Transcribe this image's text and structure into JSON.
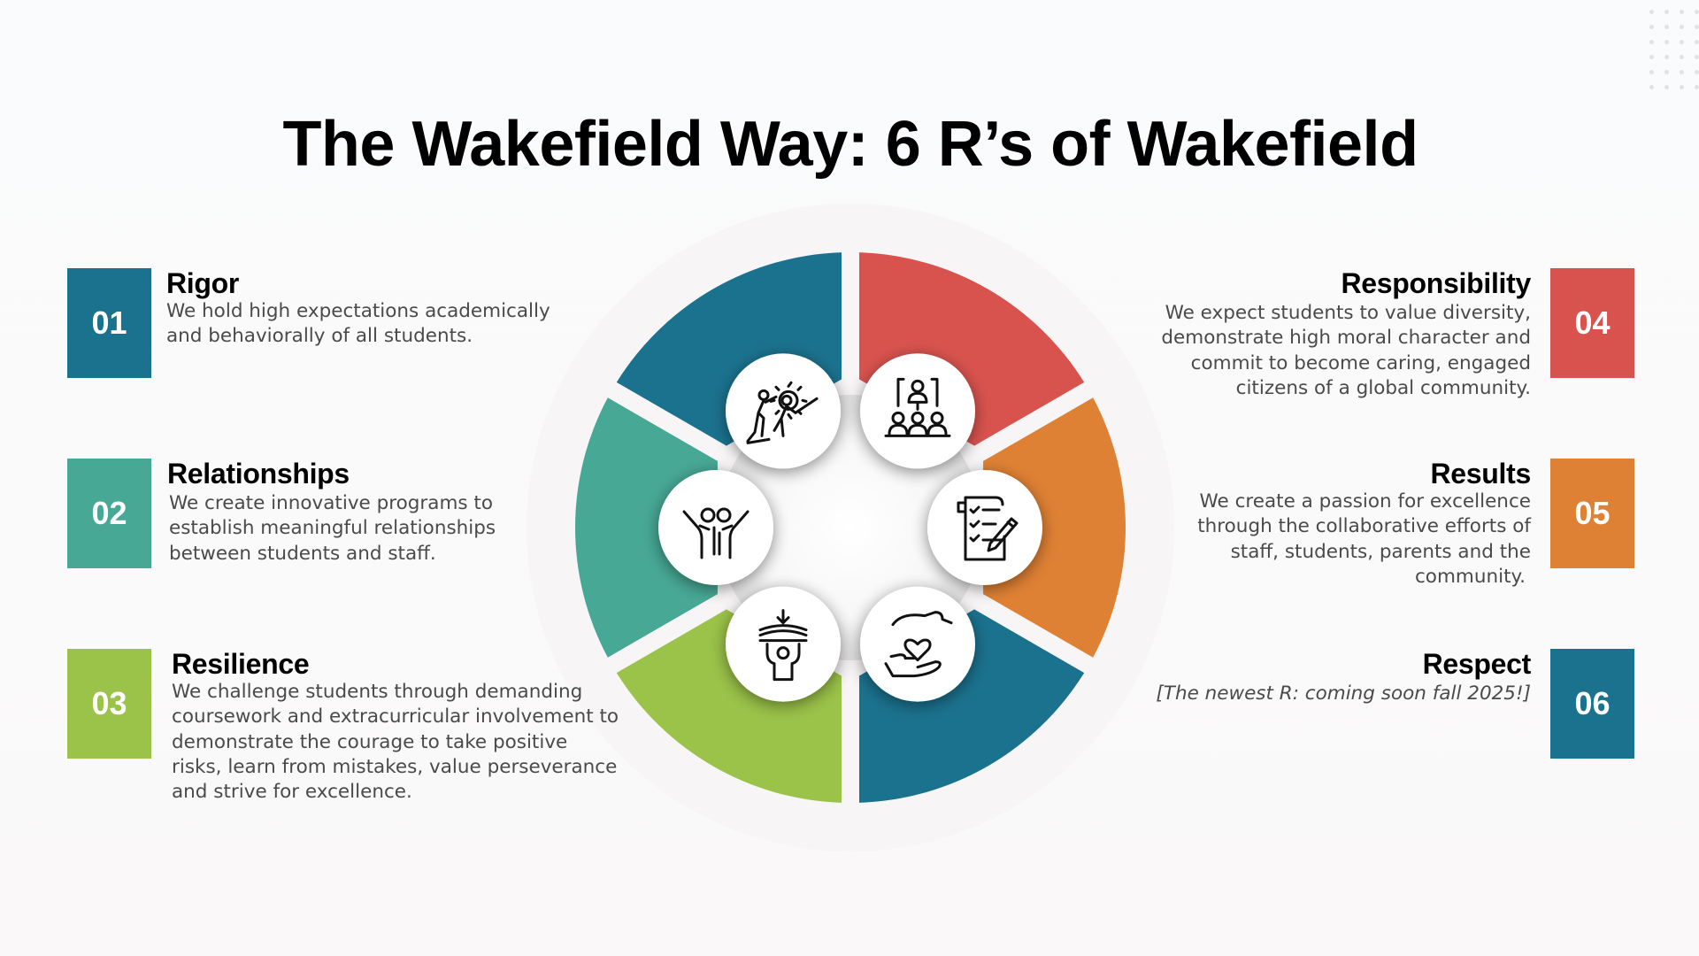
{
  "title": "The Wakefield Way: 6 R’s of Wakefield",
  "colors": {
    "blue": "#1b728e",
    "teal": "#47a895",
    "green": "#9bc249",
    "red": "#d9534e",
    "orange": "#df8134",
    "blue2": "#1b728e"
  },
  "items": [
    {
      "number": "01",
      "heading": "Rigor",
      "body": [
        "We hold high expectations academically",
        "and behaviorally of all students."
      ],
      "icon": "team-climbing-gear-icon",
      "color": "#1b728e"
    },
    {
      "number": "02",
      "heading": "Relationships",
      "body": [
        "We create innovative programs to",
        "establish meaningful relationships",
        "between students and staff."
      ],
      "icon": "people-celebrating-icon",
      "color": "#47a895"
    },
    {
      "number": "03",
      "heading": "Resilience",
      "body": [
        "We challenge students through demanding",
        "coursework and extracurricular involvement to",
        "demonstrate the courage to take positive",
        "risks, learn from mistakes, value perseverance",
        "and strive for excellence."
      ],
      "icon": "person-holding-pressure-icon",
      "color": "#9bc249"
    },
    {
      "number": "04",
      "heading": "Responsibility",
      "body": [
        "We expect students to value diversity,",
        "demonstrate high moral character and",
        "commit to become caring, engaged",
        "citizens of a global community."
      ],
      "icon": "leader-with-team-icon",
      "color": "#d9534e"
    },
    {
      "number": "05",
      "heading": "Results",
      "body": [
        "We create a passion for excellence",
        "through the collaborative efforts of",
        "staff, students, parents and the",
        "community."
      ],
      "icon": "checklist-pencil-icon",
      "color": "#df8134"
    },
    {
      "number": "06",
      "heading": "Respect",
      "body": [
        "[The newest R: coming soon fall 2025!]"
      ],
      "icon": "hands-heart-icon",
      "color": "#1b728e"
    }
  ]
}
